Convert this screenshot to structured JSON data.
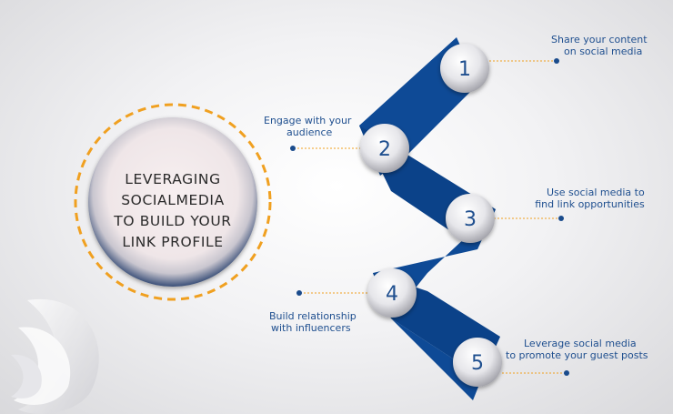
{
  "center": {
    "title_lines": [
      "LEVERAGING",
      "SOCIALMEDIA",
      "TO BUILD YOUR",
      "LINK PROFILE"
    ]
  },
  "colors": {
    "ribbon": "#0e4a96",
    "label_text": "#1f4f8f",
    "dashed_ring": "#f0a020",
    "connector": "#f0a020",
    "dot": "#1a4b8c",
    "node_number": "#1f4f8f"
  },
  "steps": [
    {
      "number": "1",
      "label_lines": [
        "Share your content",
        "on social media"
      ]
    },
    {
      "number": "2",
      "label_lines": [
        "Engage with your",
        "audience"
      ]
    },
    {
      "number": "3",
      "label_lines": [
        "Use social media to",
        "find link opportunities"
      ]
    },
    {
      "number": "4",
      "label_lines": [
        "Build relationship",
        "with influencers"
      ]
    },
    {
      "number": "5",
      "label_lines": [
        "Leverage social media",
        "to promote your guest posts"
      ]
    }
  ]
}
